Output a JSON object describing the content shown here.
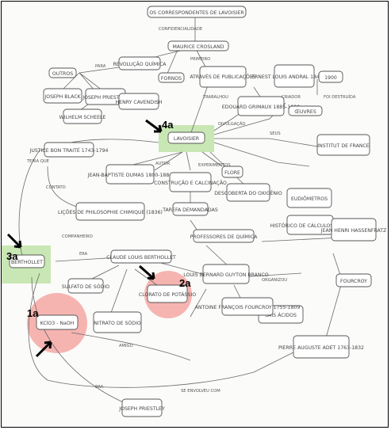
{
  "title": "OS CORRESPONDENTES DE LAVOISIER",
  "marks": {
    "m1": "1a",
    "m2": "2a",
    "m3": "3a",
    "m4": "4a"
  },
  "colors": {
    "green": "#bfe3a8",
    "red": "#f4a7a4",
    "ink": "#4a4a4a"
  },
  "nodes": {
    "mauricio": "MAURICE CROSLAND",
    "revolucao": "REVOLUÇÃO QUÍMICA",
    "outros": "OUTROS",
    "joseph_black": "JOSEPH BLACK",
    "priestley": "JOSEPH PRIESTLEY",
    "cavendish": "HENRY CAVENDISH",
    "wilhelm": "WILHELM SCHEELE",
    "fornos": "FORNOS",
    "frase": "ATRAVÉS DE PUBLICAÇÕES",
    "grimaux": "EDOUARD GRIMAUX 1885-1900",
    "ernest": "ERNEST LOUIS ANDRAL 1841-1905",
    "ano1900": "1900",
    "oeuvres": "ŒUVRES",
    "lavoisier": "LAVOISIER",
    "institut": "INSTITUT DE FRANCE",
    "jean_baptiste": "JEAN-BAPTISTE DUMAS 1800-1884",
    "flore": "FLORE",
    "justice": "JUSTICE BON TRAITÉ 1743-1794",
    "trajeto": "CONSTRUÇÃO E CALCINAÇÃO",
    "tarefa": "TAREFA DEMANDADAS",
    "descoberta": "DESCOBERTA DO OXIGÊNIO",
    "eudiometros": "EUDIÔMETROS",
    "licoes": "LIÇÕES DE PHILOSOPHIE CHIMIQUE (1836)",
    "historico": "HISTÓRICO DE CÁLCULOS DE AR",
    "professores": "PROFESSORES DE QUÍMICA",
    "claude": "CLAUDE LOUIS BERTHOLLET",
    "berthollet": "BERTHOLLET",
    "louis_bernard": "LOUIS BERNARD GUYTON BRANCO",
    "jean_henri": "JEAN HENRI HASSENFRATZ",
    "fourcroy": "FOURCROY",
    "kclo3": "KClO3 - NaOH",
    "sulfato": "SULFATO DE SÓDIO",
    "clorato": "CLORATO DE POTÁSSIO",
    "nitrato": "NITRATO DE SÓDIO",
    "sais_acidos": "SAIS ÁCIDOS",
    "pierre": "PIERRE AUGUSTE ADET 1763-1832",
    "antoine": "ANTOINE FRANÇOIS FOURCROY 1755-1809",
    "joseph_priestley_bottom": "JOSEPH PRIESTLEY"
  },
  "labels": {
    "l1": "CONFIDENCIALIDADE",
    "l2": "PARA",
    "l3": "PRIMEIRO",
    "l4": "TRABALHOU",
    "l5": "DIVULGAÇÃO",
    "l6": "CRIADOR",
    "l7": "FOI DESTRUÍDA",
    "l8": "SEUS",
    "l9": "EXPERIMENTOS",
    "l10": "AUTOR",
    "l11": "TERIA QUE",
    "l12": "CONTATO",
    "l13": "COMPANHEIRO",
    "l14": "ORGANIZOU",
    "l15": "SE ENVOLVEU COM",
    "l16": "ERA",
    "l17": "AMIGO",
    "l18": "ERA"
  }
}
